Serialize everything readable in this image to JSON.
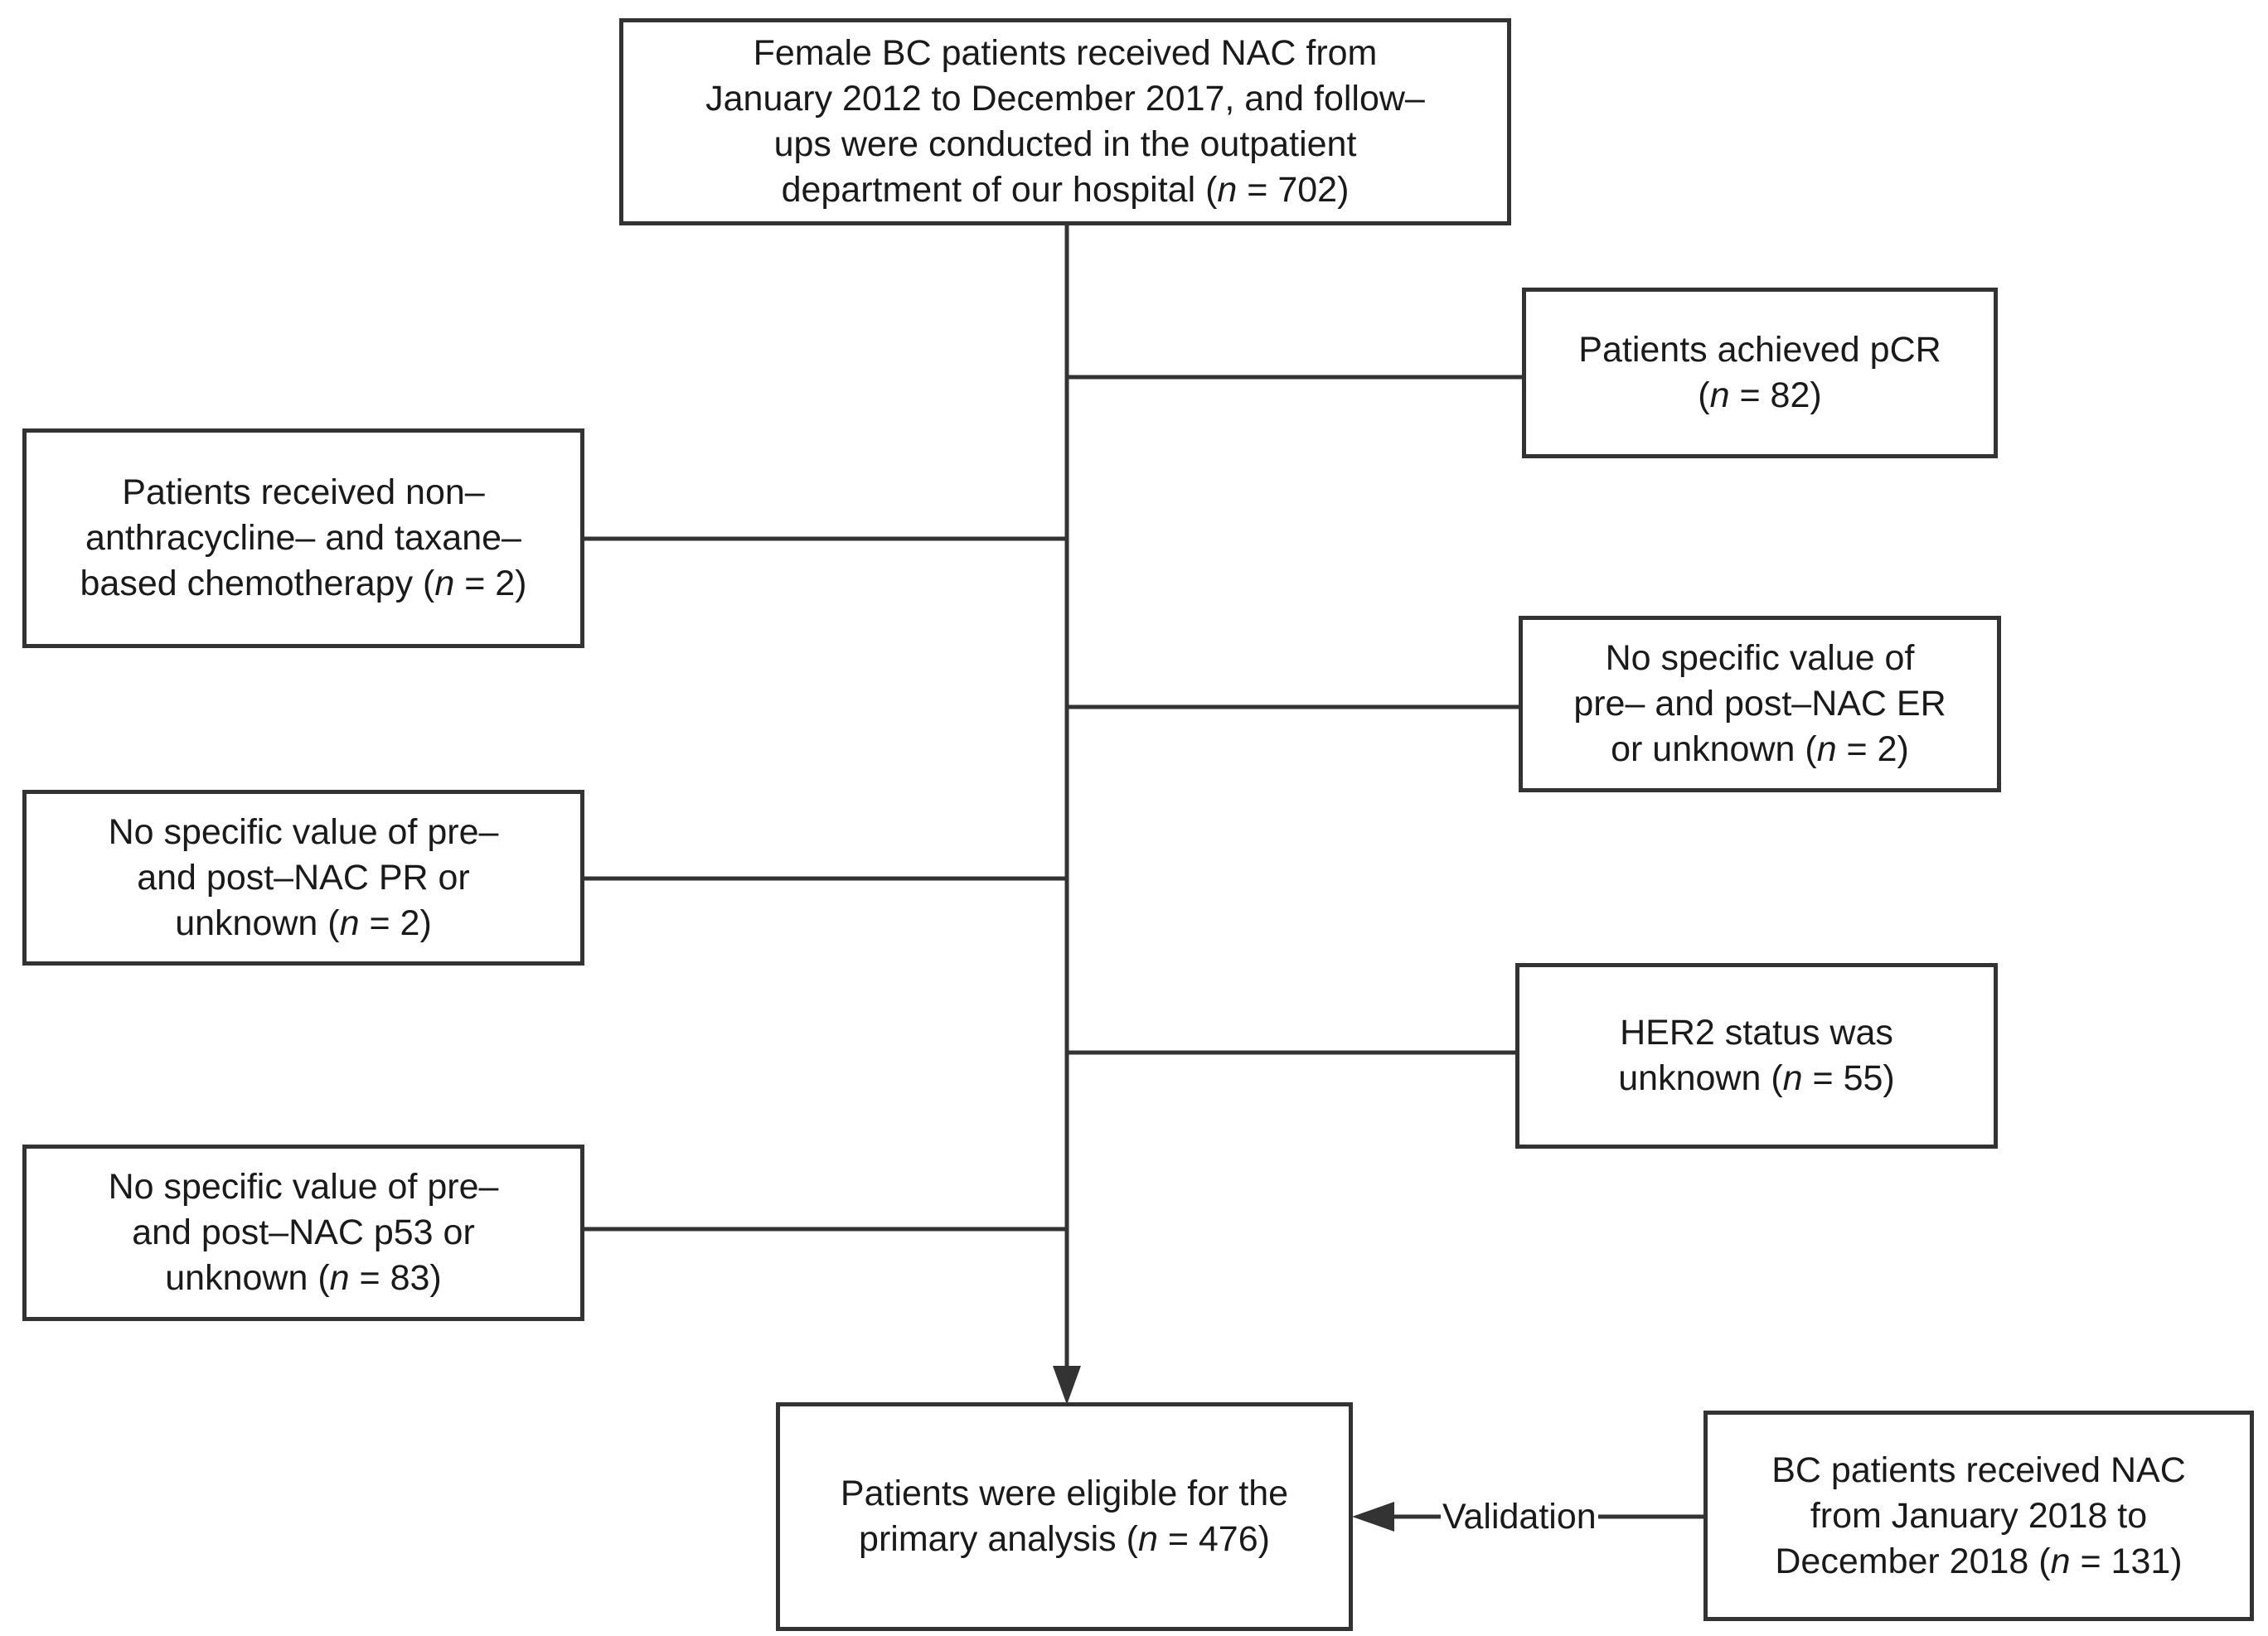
{
  "boxes": {
    "top": {
      "lines": [
        "Female BC patients received NAC from",
        "January 2012 to December 2017, and follow–",
        "ups were conducted in the outpatient"
      ],
      "last_prefix": "department of our hospital (",
      "n_var": "n",
      "last_suffix": " = 702)"
    },
    "pcr": {
      "lines": [
        "Patients achieved pCR"
      ],
      "last_prefix": "(",
      "n_var": "n",
      "last_suffix": " = 82)"
    },
    "non_anthra": {
      "lines": [
        "Patients received non–",
        "anthracycline– and taxane–"
      ],
      "last_prefix": "based chemotherapy (",
      "n_var": "n",
      "last_suffix": " = 2)"
    },
    "er": {
      "lines": [
        "No specific value of",
        "pre– and post–NAC ER"
      ],
      "last_prefix": "or unknown (",
      "n_var": "n",
      "last_suffix": " = 2)"
    },
    "pr": {
      "lines": [
        "No specific value of pre–",
        "and post–NAC PR or"
      ],
      "last_prefix": "unknown (",
      "n_var": "n",
      "last_suffix": " = 2)"
    },
    "her2": {
      "lines": [
        "HER2 status was"
      ],
      "last_prefix": "unknown (",
      "n_var": "n",
      "last_suffix": " = 55)"
    },
    "p53": {
      "lines": [
        "No specific value of pre–",
        "and post–NAC p53 or"
      ],
      "last_prefix": "unknown (",
      "n_var": "n",
      "last_suffix": " = 83)"
    },
    "eligible": {
      "lines": [
        "Patients were eligible for the"
      ],
      "last_prefix": "primary analysis (",
      "n_var": "n",
      "last_suffix": " = 476)"
    },
    "validation_cohort": {
      "lines": [
        "BC patients received NAC",
        "from January 2018 to"
      ],
      "last_prefix": "December 2018 (",
      "n_var": "n",
      "last_suffix": " = 131)"
    }
  },
  "edge_labels": {
    "validation": "Validation"
  },
  "colors": {
    "stroke": "#333333",
    "text": "#1a1a1a",
    "background": "#ffffff"
  }
}
